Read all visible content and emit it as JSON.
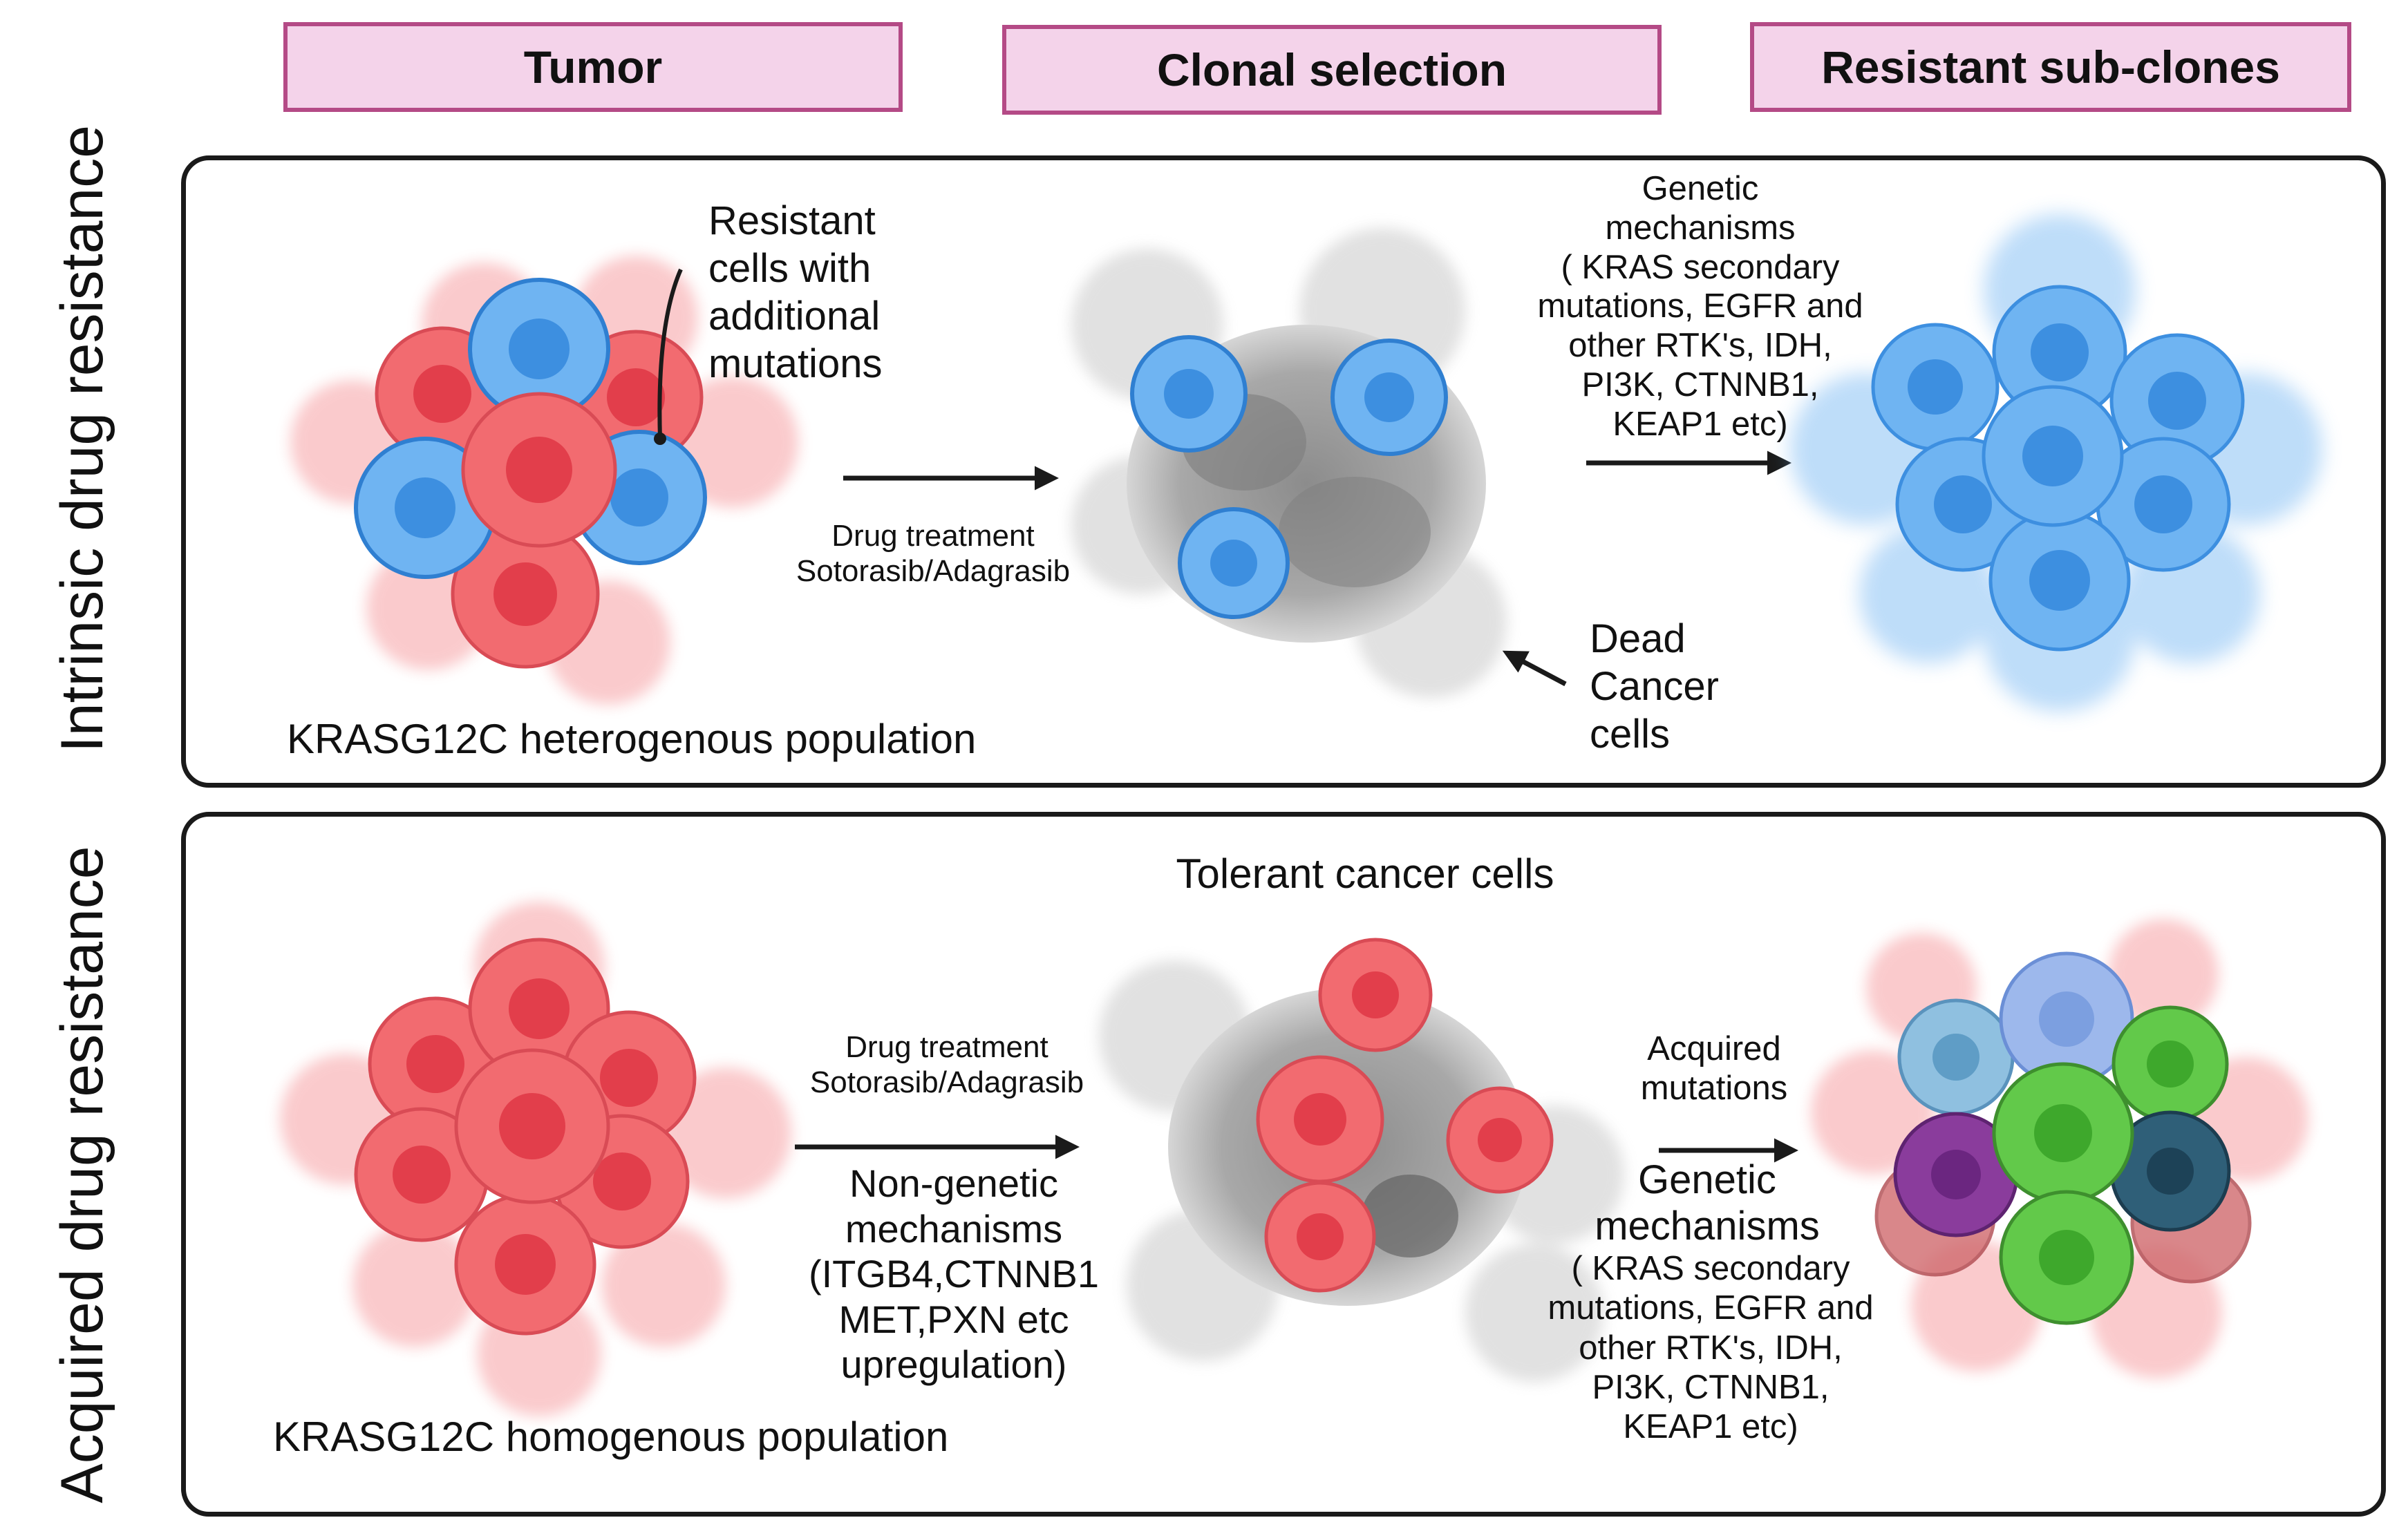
{
  "headers": [
    "Tumor",
    "Clonal selection",
    "Resistant sub-clones"
  ],
  "intrinsic": {
    "side_label": "Intrinsic drug resistance",
    "resistant_cells_label": "Resistant\ncells with\nadditional\nmutations",
    "drug_treatment": "Drug treatment\nSotorasib/Adagrasib",
    "genetic_mechanisms": "Genetic\nmechanisms\n( KRAS secondary\nmutations, EGFR and\nother RTK's, IDH,\nPI3K, CTNNB1,\nKEAP1 etc)",
    "dead_cells_label": "Dead\nCancer\ncells",
    "population_label": "KRASG12C heterogenous population"
  },
  "acquired": {
    "side_label": "Acquired drug resistance",
    "tolerant_label": "Tolerant cancer cells",
    "drug_treatment": "Drug treatment\nSotorasib/Adagrasib",
    "non_genetic": "Non-genetic\nmechanisms\n(ITGB4,CTNNB1\nMET,PXN etc\nupregulation)",
    "acquired_mutations": "Acquired\nmutations",
    "genetic_title": "Genetic\nmechanisms",
    "genetic_details": "( KRAS secondary\nmutations, EGFR and\nother RTK's, IDH,\nPI3K, CTNNB1,\nKEAP1 etc)",
    "population_label": "KRASG12C homogenous population"
  },
  "colors": {
    "header_fill": "#f4d3ea",
    "header_border": "#b44a86",
    "red_cell": "#f26b70",
    "blue_cell": "#6fb4f2",
    "gray_dead": "#9a9a9a",
    "green_cell": "#62c94a",
    "purple_cell": "#8a3c9c",
    "teal_cell": "#2f5f78",
    "light_blue_cell": "#8fc0e0",
    "lavender_cell": "#9db8ec"
  }
}
